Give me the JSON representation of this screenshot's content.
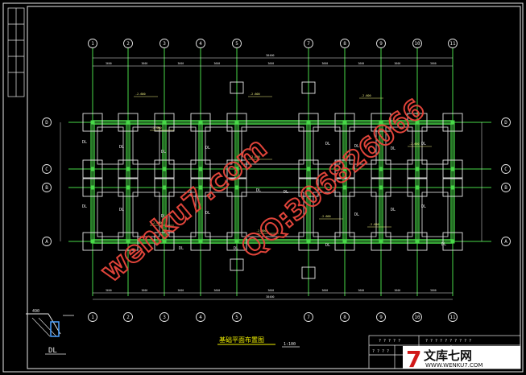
{
  "drawing": {
    "title": "基础平面布置图",
    "scale": "1:100",
    "footing_label": "DL",
    "detail_label": "DL",
    "detail_note": "490",
    "column_axes_top": [
      "1",
      "2",
      "3",
      "4",
      "5",
      "7",
      "8",
      "9",
      "10",
      "11"
    ],
    "column_axes_bottom": [
      "1",
      "2",
      "3",
      "4",
      "5",
      "7",
      "8",
      "9",
      "10",
      "11"
    ],
    "row_axes_left": [
      "D",
      "C",
      "B",
      "A"
    ],
    "row_axes_right": [
      "D",
      "C",
      "B",
      "A"
    ],
    "overall_dimension_top": "38400",
    "overall_dimension_bottom": "38400",
    "bay_dimension": "3600",
    "elevation": "-2.600"
  },
  "watermarks": {
    "diagonal_left": "wenku7.com",
    "diagonal_right": "QQ:306826066",
    "logo_cn": "文库七网",
    "logo_url": "WWW.WENKU7.COM",
    "logo_number": "7"
  },
  "title_block": {
    "row1": "? ? ? ? ?",
    "row2": "? ? ? ? ? ? ? ? ? ?",
    "row3": "? ? ? ?"
  },
  "colors": {
    "grid_lines": "#48d848",
    "walls": "#e8e8e8",
    "axis_bubbles": "#e8e8e8",
    "dimensions": "#e8e8e8",
    "labels": "#f0f080",
    "title": "#f0f000",
    "watermark": "#e0443a"
  }
}
